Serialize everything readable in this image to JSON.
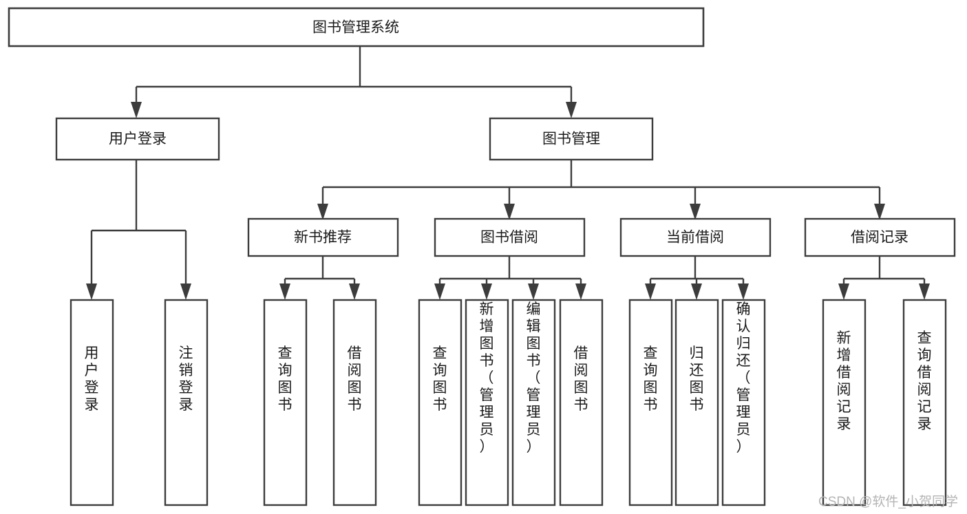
{
  "diagram": {
    "title": "图书管理系统",
    "type": "tree-hierarchy-chart",
    "watermark": "CSDN @软件_小贺同学",
    "colors": {
      "box_stroke": "#3c3c3c",
      "box_fill": "#ffffff",
      "connector": "#3c3c3c",
      "text": "#1a1a1a",
      "background": "#ffffff",
      "watermark": "#b4b4b4"
    },
    "root": {
      "label": "图书管理系统"
    },
    "level2": [
      {
        "label": "用户登录"
      },
      {
        "label": "图书管理"
      }
    ],
    "level3": [
      {
        "label": "新书推荐"
      },
      {
        "label": "图书借阅"
      },
      {
        "label": "当前借阅"
      },
      {
        "label": "借阅记录"
      }
    ],
    "leaves_user_login": [
      {
        "label": "用户登录"
      },
      {
        "label": "注销登录"
      }
    ],
    "leaves_new_book": [
      {
        "label": "查询图书"
      },
      {
        "label": "借阅图书"
      }
    ],
    "leaves_borrow": [
      {
        "label": "查询图书"
      },
      {
        "label": "新增图书（管理员）"
      },
      {
        "label": "编辑图书（管理员）"
      },
      {
        "label": "借阅图书"
      }
    ],
    "leaves_current": [
      {
        "label": "查询图书"
      },
      {
        "label": "归还图书"
      },
      {
        "label": "确认归还（管理员）"
      }
    ],
    "leaves_record": [
      {
        "label": "新增借阅记录"
      },
      {
        "label": "查询借阅记录"
      }
    ]
  }
}
